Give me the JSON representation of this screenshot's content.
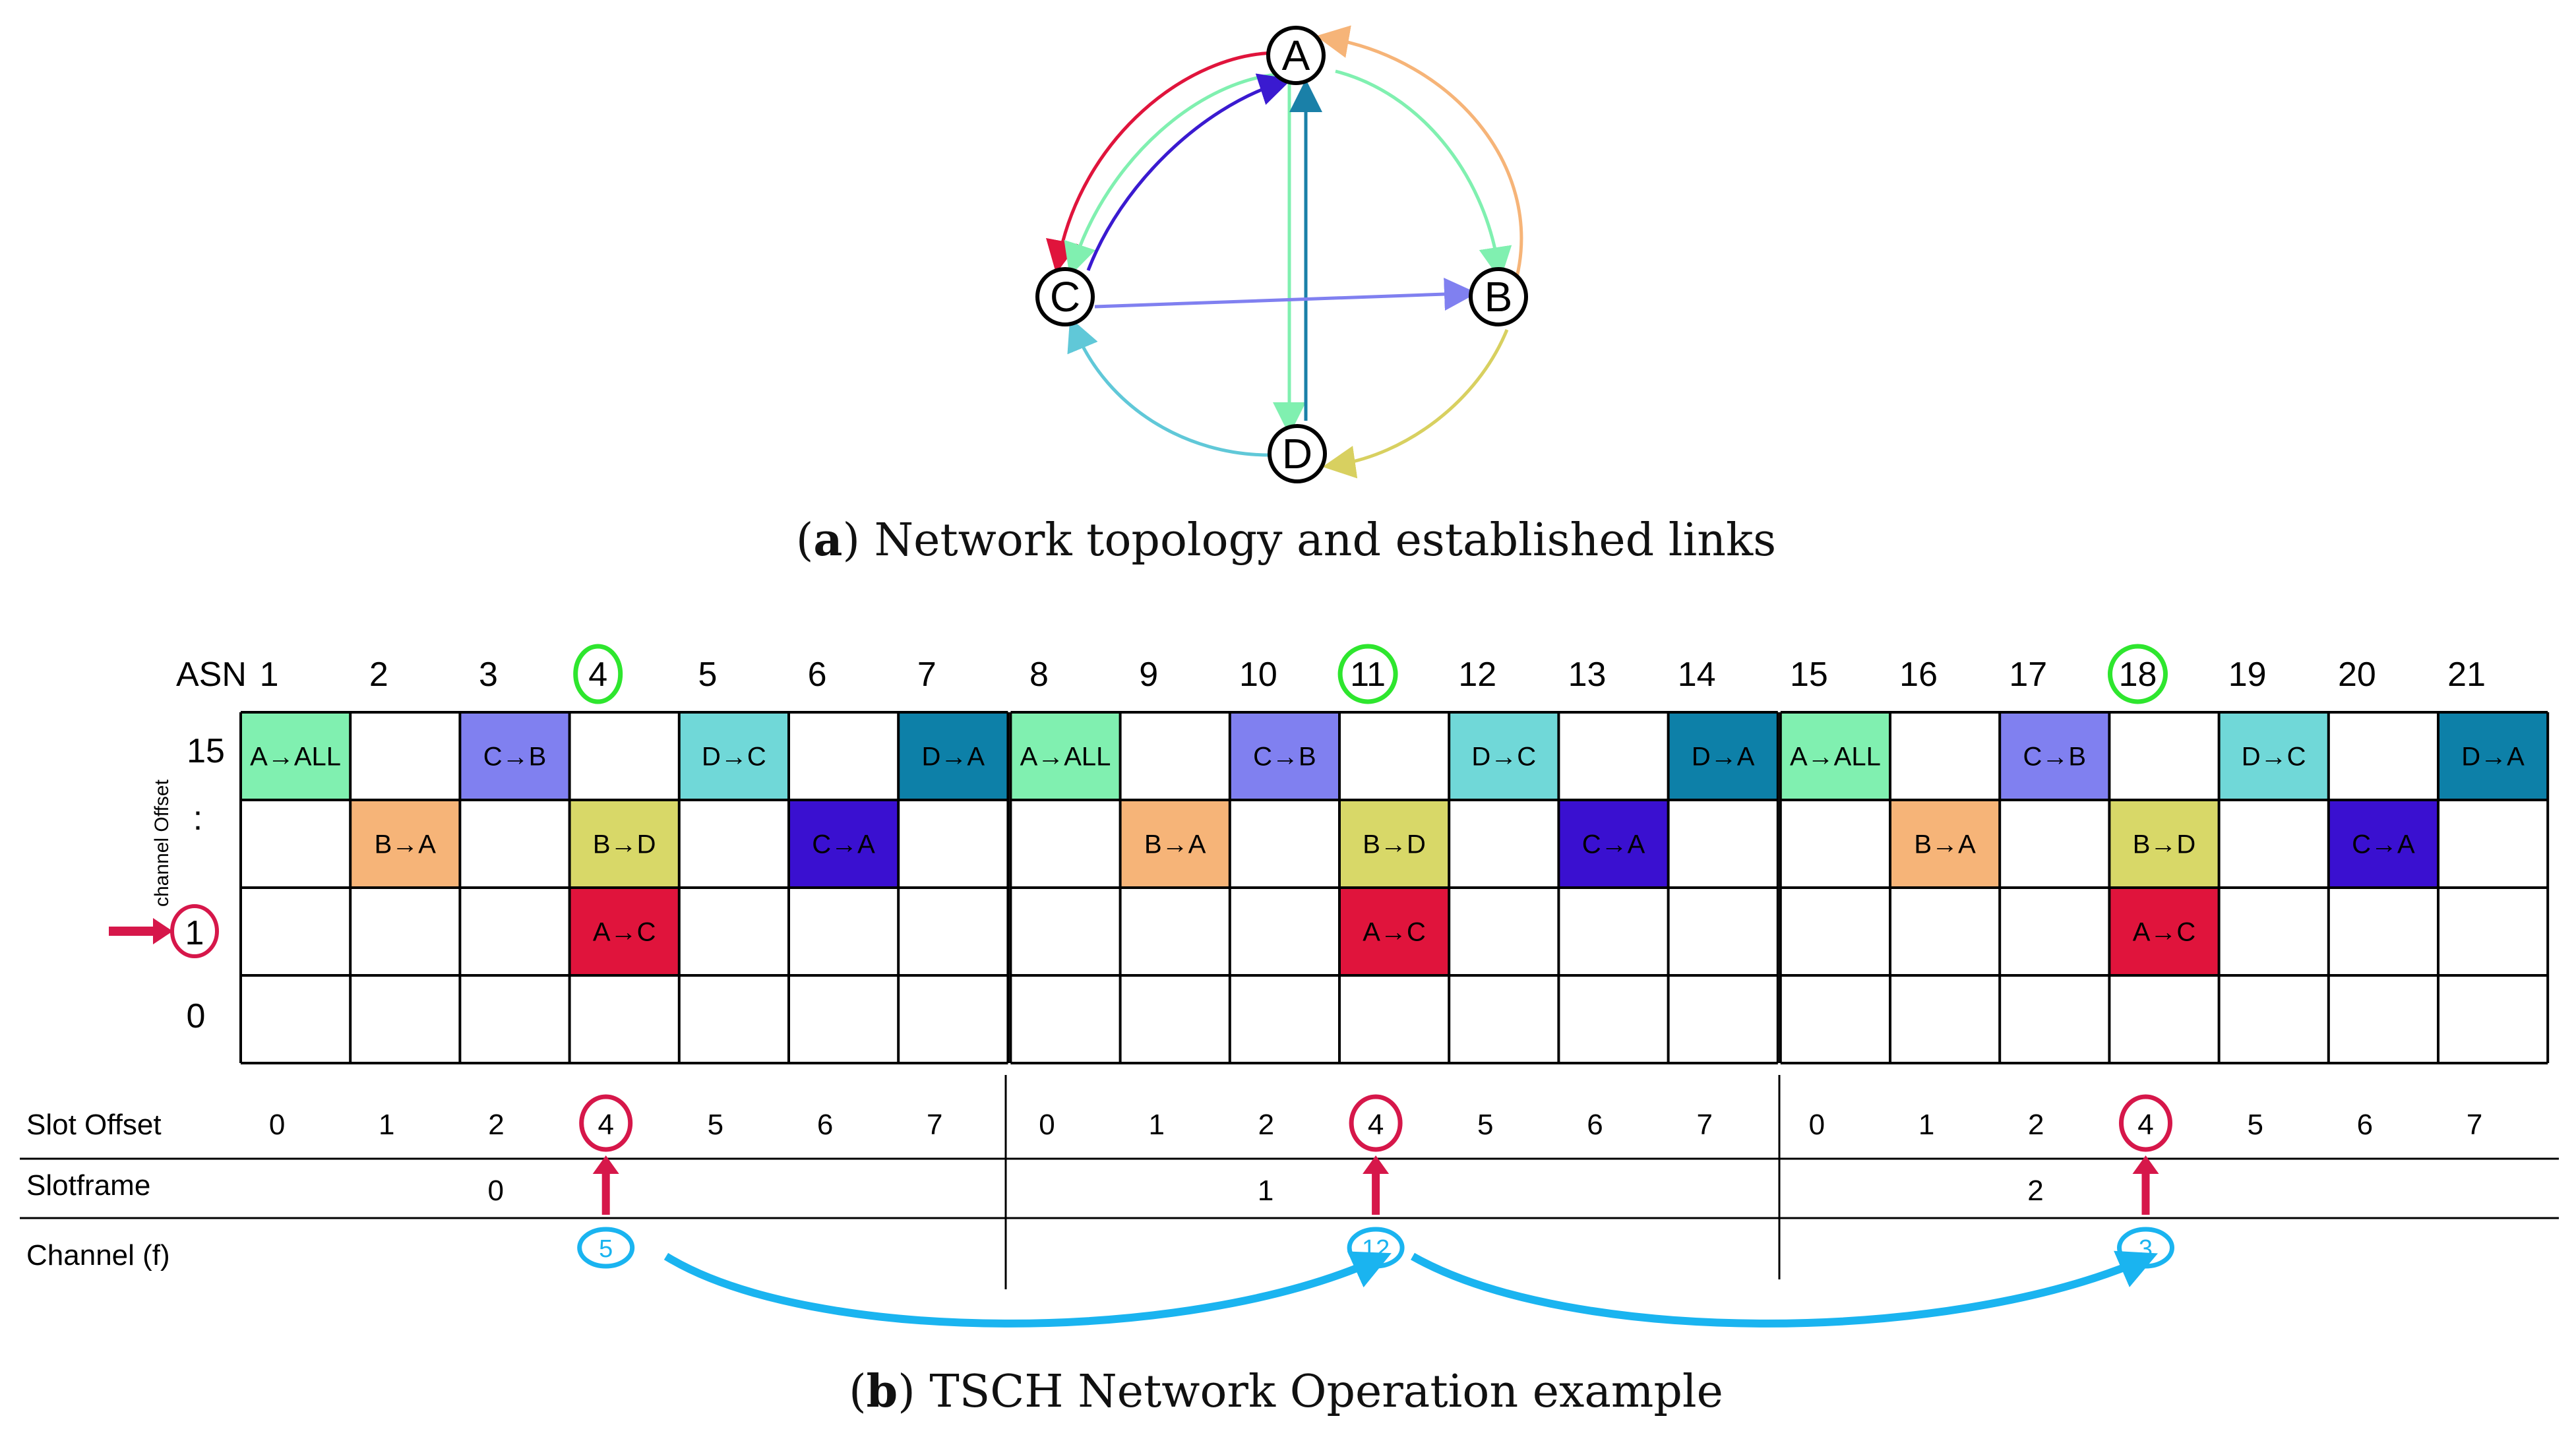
{
  "topology": {
    "caption_label": "a",
    "caption_text": ") Network topology and established links",
    "nodes": [
      {
        "id": "A",
        "label": "A"
      },
      {
        "id": "B",
        "label": "B"
      },
      {
        "id": "C",
        "label": "C"
      },
      {
        "id": "D",
        "label": "D"
      }
    ],
    "links": [
      {
        "from": "A",
        "to": "C",
        "color": "#e0143c"
      },
      {
        "from": "A",
        "to": "C",
        "color": "#80f0b0"
      },
      {
        "from": "C",
        "to": "A",
        "color": "#3a1ad0"
      },
      {
        "from": "B",
        "to": "A",
        "color": "#f6b478"
      },
      {
        "from": "A",
        "to": "B",
        "color": "#80f0b0"
      },
      {
        "from": "A",
        "to": "D",
        "color": "#80f0b0"
      },
      {
        "from": "D",
        "to": "A",
        "color": "#1a80a8"
      },
      {
        "from": "C",
        "to": "B",
        "color": "#8080f0"
      },
      {
        "from": "B",
        "to": "D",
        "color": "#d8d060"
      },
      {
        "from": "D",
        "to": "C",
        "color": "#60c8d8"
      }
    ]
  },
  "schedule": {
    "caption_label": "b",
    "caption_text": ") TSCH Network Operation example",
    "asn_label": "ASN",
    "asn_values": [
      "1",
      "2",
      "3",
      "4",
      "5",
      "6",
      "7",
      "8",
      "9",
      "10",
      "11",
      "12",
      "13",
      "14",
      "15",
      "16",
      "17",
      "18",
      "19",
      "20",
      "21"
    ],
    "highlighted_asn": [
      "4",
      "11",
      "18"
    ],
    "channel_offset_axis_label": "channel Offset",
    "channel_offsets": [
      "15",
      ":",
      "1",
      "0"
    ],
    "selected_channel_offset": "1",
    "slotframe_cells": [
      {
        "slot": 0,
        "row": 0,
        "text": "A→ALL",
        "color": "#80f0b0"
      },
      {
        "slot": 1,
        "row": 1,
        "text": "B→A",
        "color": "#f6b478"
      },
      {
        "slot": 2,
        "row": 0,
        "text": "C→B",
        "color": "#8080f0"
      },
      {
        "slot": 3,
        "row": 1,
        "text": "B→D",
        "color": "#d8d868"
      },
      {
        "slot": 3,
        "row": 2,
        "text": "A→C",
        "color": "#e0143c"
      },
      {
        "slot": 4,
        "row": 0,
        "text": "D→C",
        "color": "#70d8d8"
      },
      {
        "slot": 5,
        "row": 1,
        "text": "C→A",
        "color": "#3a10d0"
      },
      {
        "slot": 6,
        "row": 0,
        "text": "D→A",
        "color": "#0d80a8"
      }
    ],
    "slot_offset_label": "Slot Offset",
    "slot_offsets": [
      "0",
      "1",
      "2",
      "4",
      "5",
      "6",
      "7"
    ],
    "selected_slot_offset": "4",
    "slotframe_label": "Slotframe",
    "slotframes": [
      "0",
      "1",
      "2"
    ],
    "channel_label": "Channel (f)",
    "channels": [
      "5",
      "12",
      "3"
    ],
    "colors": {
      "red_marker": "#d6174a",
      "green_marker": "#2ee62e",
      "blue_marker": "#1ab4f0"
    }
  }
}
